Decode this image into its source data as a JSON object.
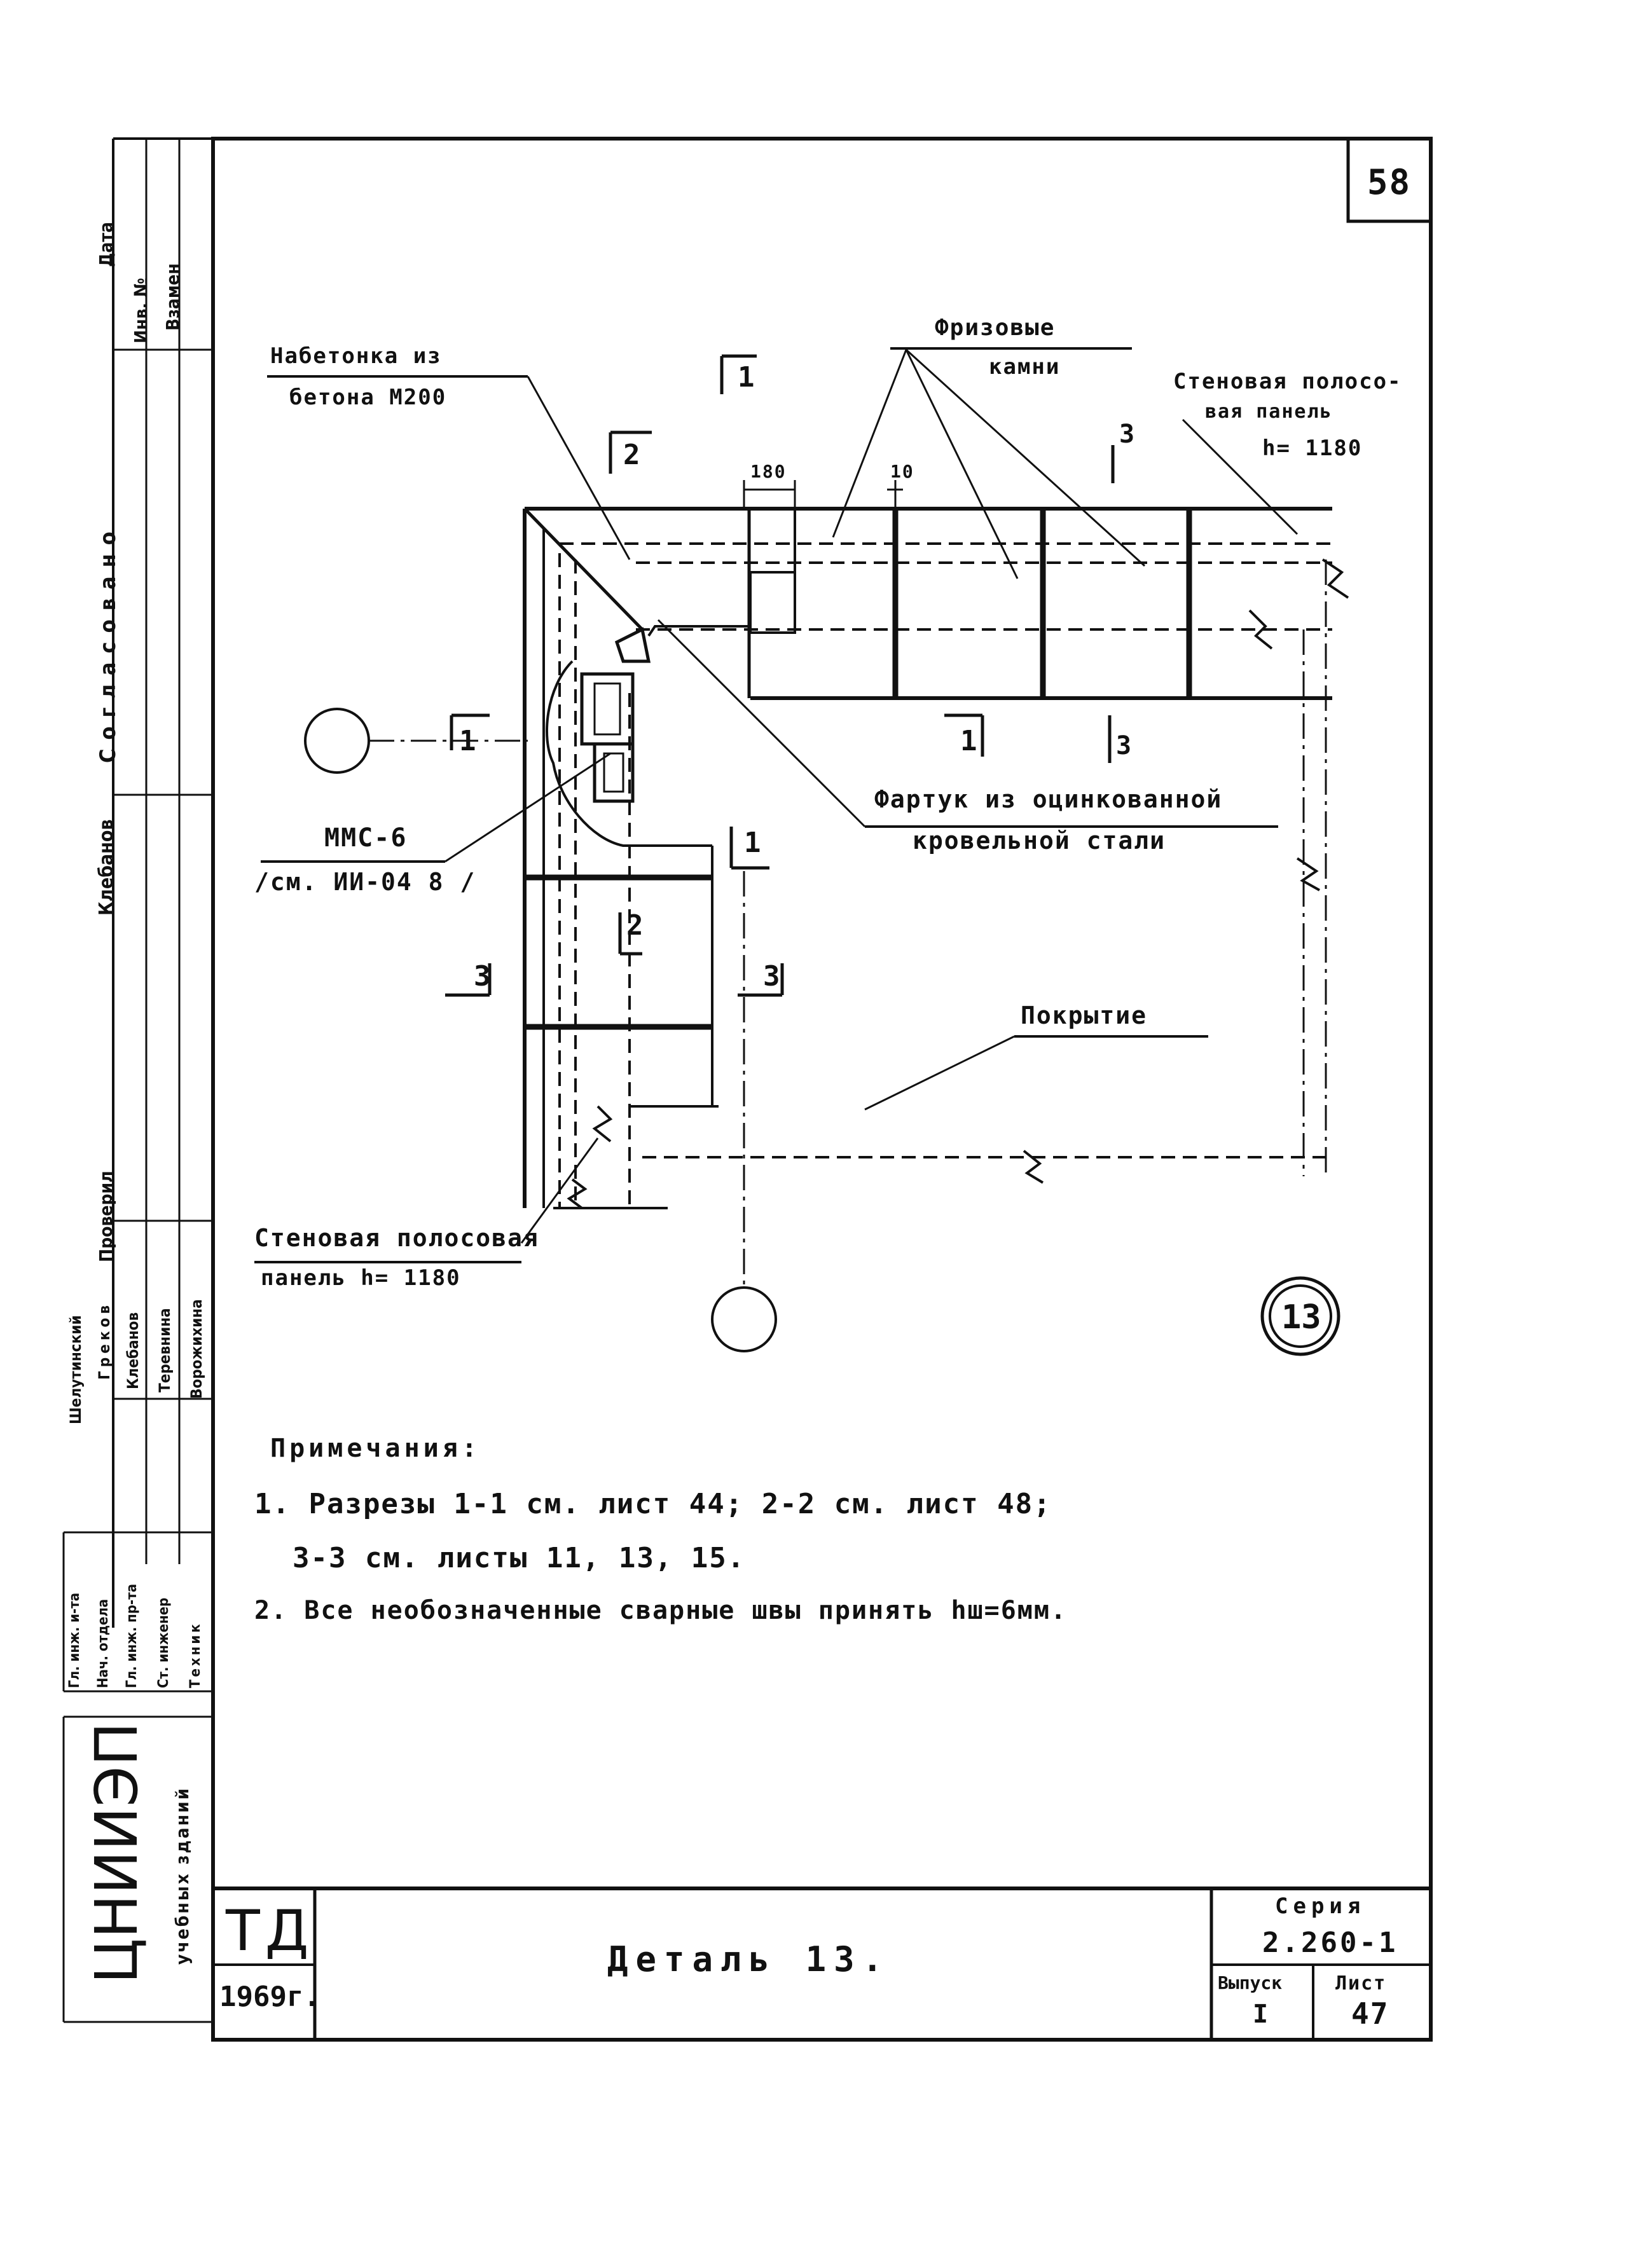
{
  "sheet_corner_number": "58",
  "callouts": {
    "nabetonka_l1": "Набетонка из",
    "nabetonka_l2": "бетона М200",
    "frizovye_l1": "Фризовые",
    "frizovye_l2": "камни",
    "wall_top_l1": "Стеновая полосо-",
    "wall_top_l2": "вая панель",
    "wall_top_l3": "h= 1180",
    "fartuk_l1": "Фартук из оцинкованной",
    "fartuk_l2": "кровельной стали",
    "mms_l1": "ММС-6",
    "mms_l2": "/см. ИИ-04 8 /",
    "pokrytie": "Покрытие",
    "wall_bottom_l1": "Стеновая полосовая",
    "wall_bottom_l2": "панель  h= 1180"
  },
  "dimensions": {
    "d1": "180",
    "d2": "10"
  },
  "section_marks": {
    "s1": "1",
    "s2": "2",
    "s3": "3"
  },
  "detail_number": "13",
  "notes": {
    "heading": "Примечания:",
    "n1_line1": "1.  Разрезы 1-1 см.  лист 44;   2-2 см.   лист 48;",
    "n1_line2": "3-3  см.   листы 11, 13, 15.",
    "n2": "2.  Все   необозначенные   сварные   швы   принять   hш=6мм."
  },
  "sidebar": {
    "date": "Дата",
    "inv_no": "Инв. №",
    "vzamen": "Взамен",
    "soglasovano": "Согласовано",
    "proveril": "Проверил",
    "klebanov": "Клебанов",
    "names": [
      "Шелутинский",
      "Греков",
      "Клебанов",
      "Теревнина",
      "Ворожихина"
    ],
    "roles": [
      "Гл. инж. и-та",
      "Нач. отдела",
      "Гл. инж. пр-та",
      "Ст. инженер",
      "Техник"
    ]
  },
  "org": {
    "name": "ЦНИИЭП",
    "subtitle": "учебных зданий"
  },
  "title_block": {
    "td": "ТД",
    "year": "1969г.",
    "title": "Деталь 13.",
    "seria_label": "Серия",
    "seria_value": "2.260-1",
    "vypusk_label": "Выпуск",
    "vypusk_value": "I",
    "list_label": "Лист",
    "list_value": "47"
  }
}
